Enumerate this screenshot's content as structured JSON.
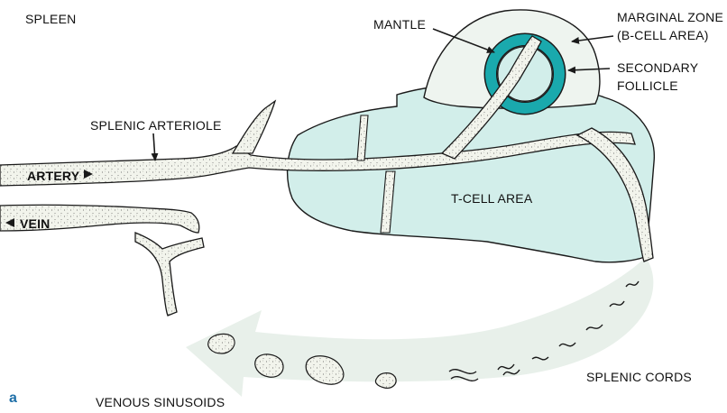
{
  "diagram": {
    "title": "SPLEEN",
    "panel_label": "a",
    "labels": {
      "mantle": "MANTLE",
      "marginal_zone": "MARGINAL ZONE",
      "b_cell_area": "(B-CELL AREA)",
      "secondary": "SECONDARY",
      "follicle": "FOLLICLE",
      "splenic_arteriole": "SPLENIC ARTERIOLE",
      "artery": "ARTERY",
      "vein": "VEIN",
      "t_cell_area": "T-CELL AREA",
      "splenic_cords": "SPLENIC CORDS",
      "venous_sinusoids": "VENOUS SINUSOIDS"
    },
    "colors": {
      "tissue_fill": "#d2eeea",
      "follicle_ring": "#1aa9ad",
      "vessel_fill": "#f2f4ec",
      "arrow_fill": "#e8f0ea",
      "outline": "#1a1a1a",
      "panel_label": "#1f6fa8"
    }
  }
}
